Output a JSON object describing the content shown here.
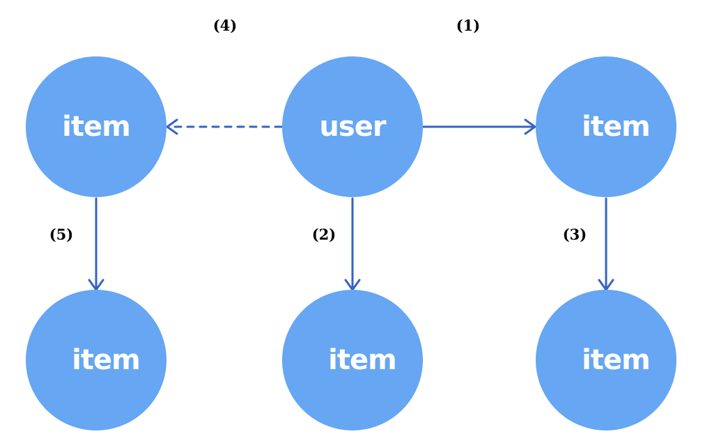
{
  "colors": {
    "node_fill": "#66a6f2",
    "edge": "#3563c3",
    "node_text": "#ffffff",
    "step_text": "#000000"
  },
  "nodes": {
    "top_left": "item",
    "center": "user",
    "top_right": "item",
    "bottom_left": "item",
    "bottom_center": "item",
    "bottom_right": "item"
  },
  "steps": {
    "s1": "(1)",
    "s2": "(2)",
    "s3": "(3)",
    "s4": "(4)",
    "s5": "(5)"
  }
}
